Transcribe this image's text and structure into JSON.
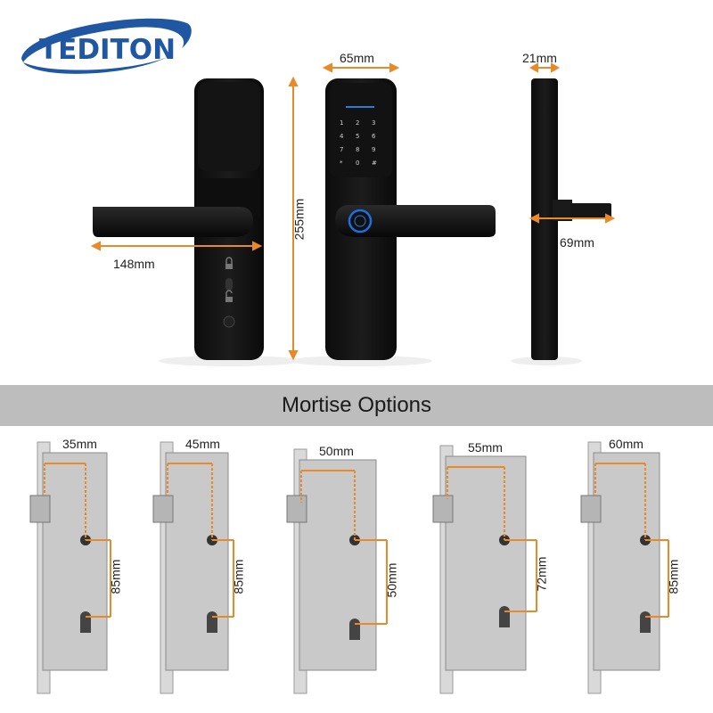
{
  "brand": {
    "name": "TEDITON",
    "color": "#1f57a3"
  },
  "accent_color": "#e8892a",
  "product_dimensions": {
    "handle_length": "148mm",
    "height": "255mm",
    "width": "65mm",
    "thickness": "21mm",
    "depth": "69mm"
  },
  "banner": {
    "title": "Mortise Options",
    "color": "#bdbdbd"
  },
  "mortise_options": [
    {
      "backset": "35mm",
      "center_distance": "85mm"
    },
    {
      "backset": "45mm",
      "center_distance": "85mm"
    },
    {
      "backset": "50mm",
      "center_distance": "50mm"
    },
    {
      "backset": "55mm",
      "center_distance": "72mm"
    },
    {
      "backset": "60mm",
      "center_distance": "85mm"
    }
  ],
  "icons": [
    "fingerprint-icon",
    "keypad-icon",
    "lock-icon",
    "unlock-icon",
    "keyhole-icon"
  ]
}
